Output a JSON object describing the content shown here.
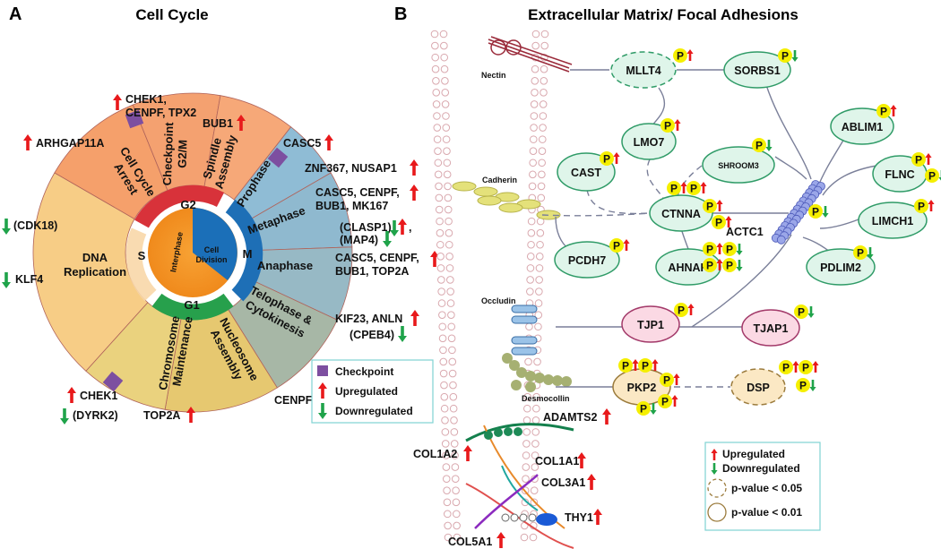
{
  "panel_a": {
    "letter": "A",
    "title": "Cell Cycle",
    "phases": {
      "g2m_checkpoint": [
        "G2/M",
        "Checkpoint"
      ],
      "cell_cycle_arrest": [
        "Cell Cycle",
        "Arrest"
      ],
      "spindle_assembly": [
        "Spindle",
        "Assembly"
      ],
      "prophase": "Prophase",
      "metaphase": "Metaphase",
      "anaphase": "Anaphase",
      "telophase": [
        "Telophase &",
        "Cytokinesis"
      ],
      "nucleosome": [
        "Nucleosome",
        "Assembly"
      ],
      "chromosome": [
        "Chromosome",
        "Maintenance"
      ],
      "dna": [
        "DNA",
        "Replication"
      ],
      "g2": "G2",
      "m": "M",
      "g1": "G1",
      "s": "S",
      "interphase": "Interphase",
      "cell_division": [
        "Cell",
        "Division"
      ]
    },
    "labels": {
      "chek1_cenpf_tpx2": [
        "CHEK1,",
        "CENPF, TPX2"
      ],
      "bub1": "BUB1",
      "casc5": "CASC5",
      "arhgap11a": "ARHGAP11A",
      "znf367": "ZNF367, NUSAP1",
      "casc5_group": [
        "CASC5, CENPF,",
        "BUB1, MK167"
      ],
      "clasp1": "(CLASP1)",
      "map4": "(MAP4)",
      "comma": ",",
      "casc5_group2": [
        "CASC5, CENPF,",
        "BUB1, TOP2A"
      ],
      "cdk18": "(CDK18)",
      "klf4": "KLF4",
      "kif23": "KIF23, ANLN",
      "cpeb4": "(CPEB4)",
      "chek1": "CHEK1",
      "dyrk2": "(DYRK2)",
      "top2a": "TOP2A",
      "cenpf": "CENPF"
    },
    "legend": [
      "Checkpoint",
      "Upregulated",
      "Downregulated"
    ]
  },
  "panel_b": {
    "letter": "B",
    "title": "Extracellular Matrix/ Focal Adhesions",
    "structures": [
      "Nectin",
      "Cadherin",
      "Occludin",
      "Desmocollin"
    ],
    "proteins": {
      "mllt4": "MLLT4",
      "sorbs1": "SORBS1",
      "lmo7": "LMO7",
      "ablim1": "ABLIM1",
      "shroom3": "SHROOM3",
      "cast": "CAST",
      "flnc": "FLNC",
      "ctnna": "CTNNA",
      "actc1": "ACTC1",
      "limch1": "LIMCH1",
      "pcdh7": "PCDH7",
      "ahnak": "AHNAK",
      "pdlim2": "PDLIM2",
      "tjp1": "TJP1",
      "tjap1": "TJAP1",
      "pkp2": "PKP2",
      "dsp": "DSP"
    },
    "collagens": {
      "adamts2": "ADAMTS2",
      "col1a2": "COL1A2",
      "col1a1": "COL1A1",
      "col3a1": "COL3A1",
      "thy1": "THY1",
      "col5a1": "COL5A1"
    },
    "phospho": "P",
    "legend": [
      "Upregulated",
      "Downregulated",
      "p-value < 0.05",
      "p-value < 0.01"
    ]
  },
  "colors": {
    "up": "#e8191b",
    "down": "#1fa34a",
    "checkpoint": "#7d4fa0",
    "node_fill": "#dff5ea",
    "node_stroke": "#2f9b67",
    "pink_fill": "#fbd9e4",
    "pink_stroke": "#a33a6a",
    "tan_fill": "#fbe8c4",
    "tan_stroke": "#9b7b3c",
    "phospho_fill": "#f5ef00",
    "actin": "#9aa6e8"
  }
}
